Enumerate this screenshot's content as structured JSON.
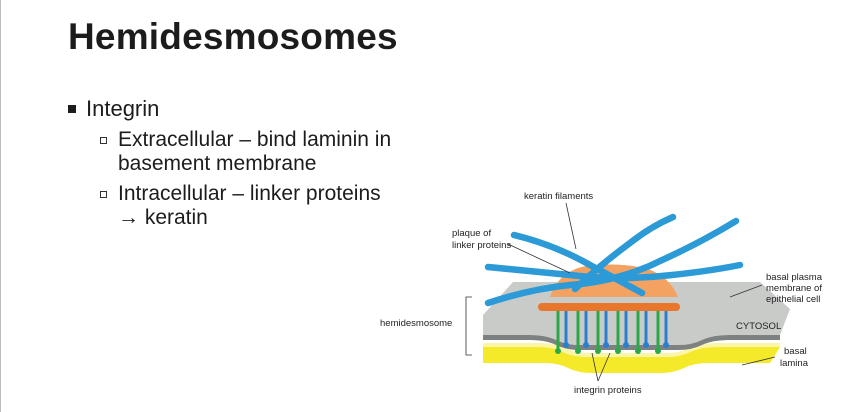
{
  "slide": {
    "title": "Hemidesmosomes",
    "bullet": "Integrin",
    "sub_bullets": [
      {
        "text": "Extracellular – bind laminin in basement membrane"
      },
      {
        "text": "Intracellular – linker proteins",
        "text2": "→ keratin"
      }
    ]
  },
  "diagram": {
    "labels": {
      "keratin_filaments": "keratin filaments",
      "plaque_line1": "plaque of",
      "plaque_line2": "linker proteins",
      "hemidesmosome": "hemidesmosome",
      "basal_plasma_line1": "basal plasma",
      "basal_plasma_line2": "membrane of",
      "basal_plasma_line3": "epithelial cell",
      "cytosol": "CYTOSOL",
      "basal_lamina_line1": "basal",
      "basal_lamina_line2": "lamina",
      "integrin_proteins": "integrin proteins"
    },
    "colors": {
      "keratin": "#2b9ad6",
      "plaque": "#f4a261",
      "plaque_bar": "#e8762b",
      "membrane": "#c9cbc9",
      "membrane_dark": "#7d8280",
      "lamina": "#f5ea2a",
      "integrin_green": "#2aa84a",
      "integrin_blue": "#2b7fd0"
    }
  }
}
